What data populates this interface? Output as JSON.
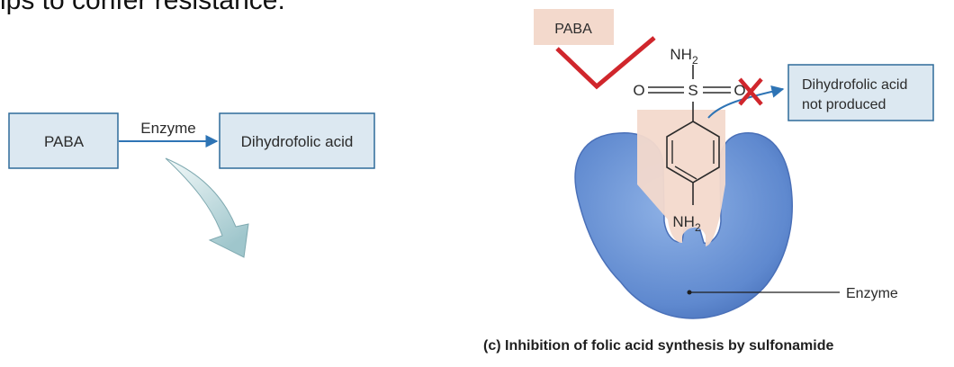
{
  "slide_heading_fragment": "ips to confer resistance.",
  "left_diagram": {
    "substrate_label": "PABA",
    "arrow_label": "Enzyme",
    "product_label": "Dihydrofolic acid"
  },
  "right_diagram": {
    "substrate_label": "PABA",
    "top_group": "NH",
    "top_group_sub": "2",
    "sulfonyl_left": "O",
    "sulfonyl_center": "S",
    "sulfonyl_right": "O",
    "bottom_group": "NH",
    "bottom_group_sub": "2",
    "blocked_product_line1": "Dihydrofolic acid",
    "blocked_product_line2": "not produced",
    "enzyme_label": "Enzyme",
    "caption": "(c) Inhibition of folic acid synthesis by sulfonamide"
  },
  "colors": {
    "box_fill": "#dce8f1",
    "box_stroke": "#2f6b9a",
    "arrow_blue": "#2e74b5",
    "paba_fill": "#f3d9cc",
    "red": "#d0262c",
    "enzyme_fill": "#6f97d8",
    "enzyme_dark": "#3f67b1"
  }
}
